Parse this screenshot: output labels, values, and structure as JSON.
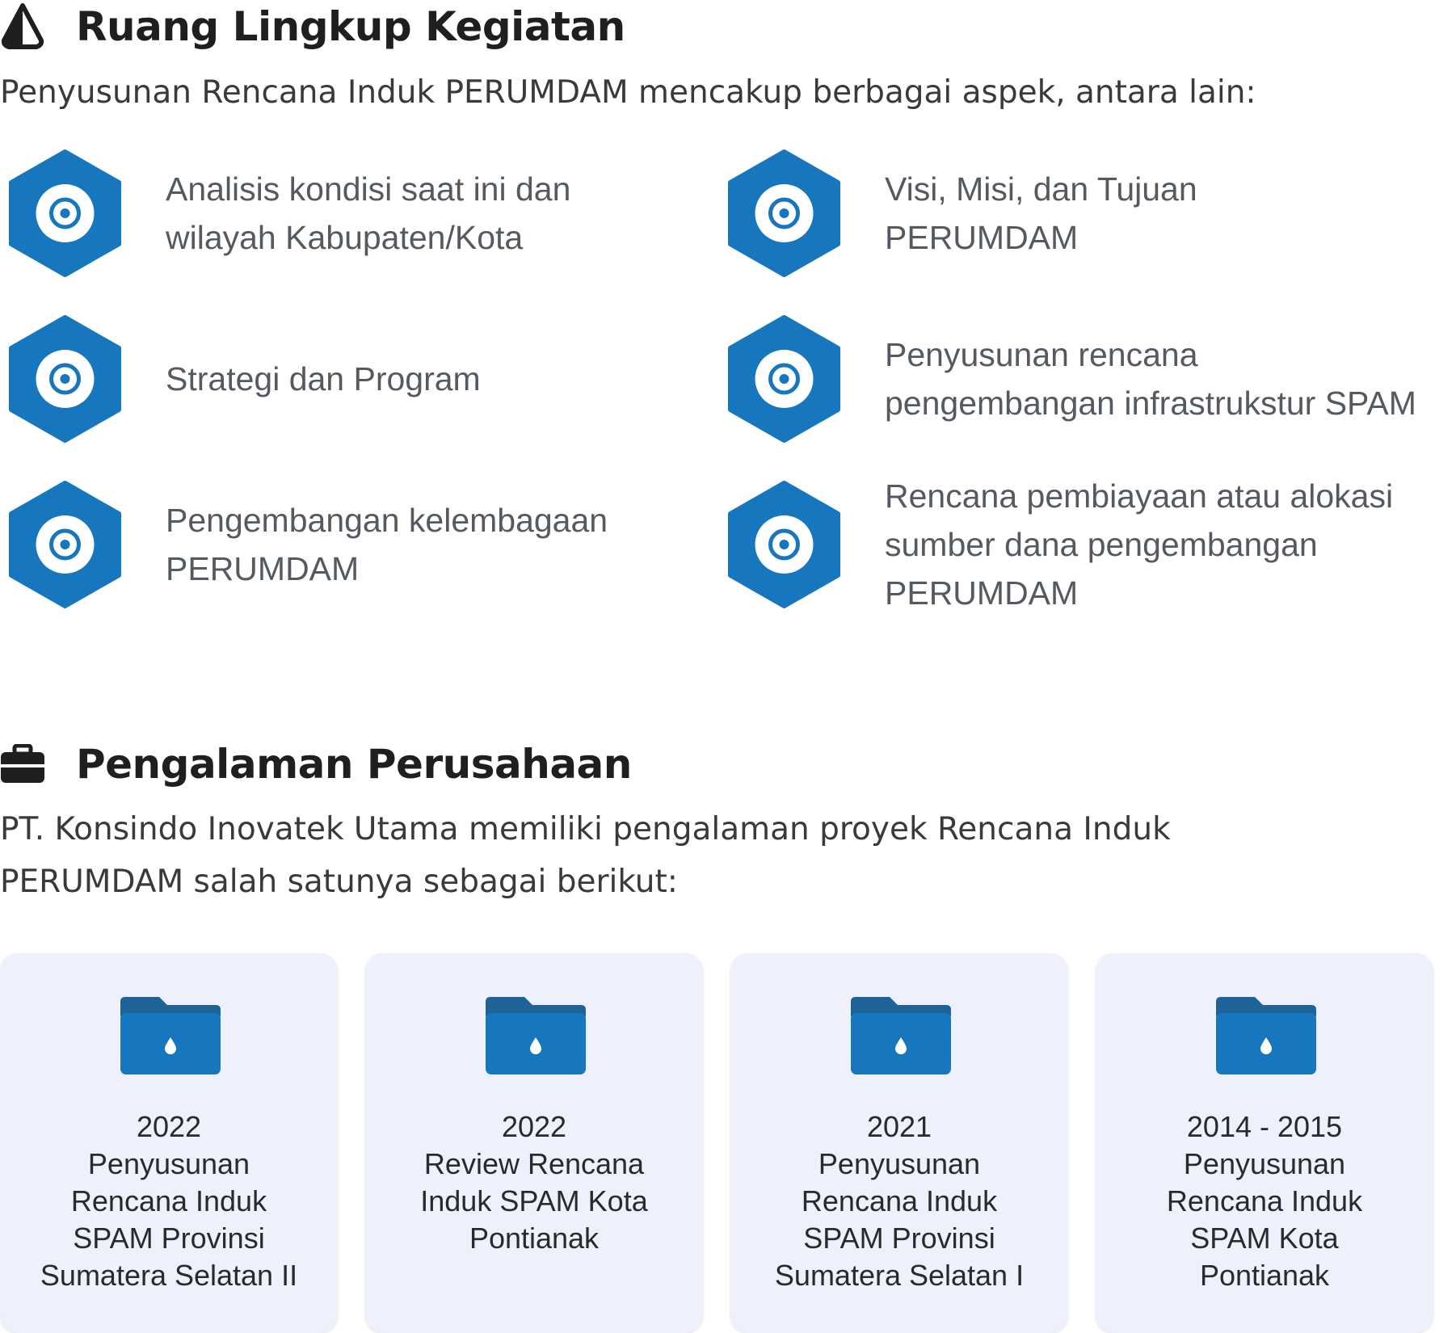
{
  "scope": {
    "title": "Ruang Lingkup Kegiatan",
    "intro": "Penyusunan Rencana Induk PERUMDAM mencakup berbagai aspek, antara lain:",
    "items": [
      "Analisis kondisi saat ini dan\nwilayah Kabupaten/Kota",
      "Visi, Misi, dan Tujuan\nPERUMDAM",
      "Strategi dan Program",
      "Penyusunan rencana\npengembangan infrastrukstur SPAM",
      "Pengembangan kelembagaan\nPERUMDAM",
      "Rencana pembiayaan atau alokasi\nsumber dana pengembangan\nPERUMDAM"
    ]
  },
  "experience": {
    "title": "Pengalaman Perusahaan",
    "intro": "PT. Konsindo Inovatek Utama memiliki pengalaman proyek Rencana Induk\nPERUMDAM salah satunya sebagai berikut:",
    "projects": [
      {
        "year": "2022",
        "name": "Penyusunan\nRencana Induk\nSPAM Provinsi\nSumatera Selatan II"
      },
      {
        "year": "2022",
        "name": "Review Rencana\nInduk SPAM Kota\nPontianak"
      },
      {
        "year": "2021",
        "name": "Penyusunan\nRencana Induk\nSPAM Provinsi\nSumatera Selatan I"
      },
      {
        "year": "2014 - 2015",
        "name": "Penyusunan\nRencana Induk\nSPAM Kota\nPontianak"
      }
    ]
  },
  "colors": {
    "accent": "#1676be",
    "accent_dark": "#1d6397",
    "card_bg": "#eef1fc",
    "heading": "#1f1f1f",
    "body_text": "#555a60"
  },
  "icons": {
    "scope_heading": "drop-half-icon",
    "experience_heading": "briefcase-icon",
    "scope_item": "target-icon",
    "project": "folder-water-icon"
  }
}
